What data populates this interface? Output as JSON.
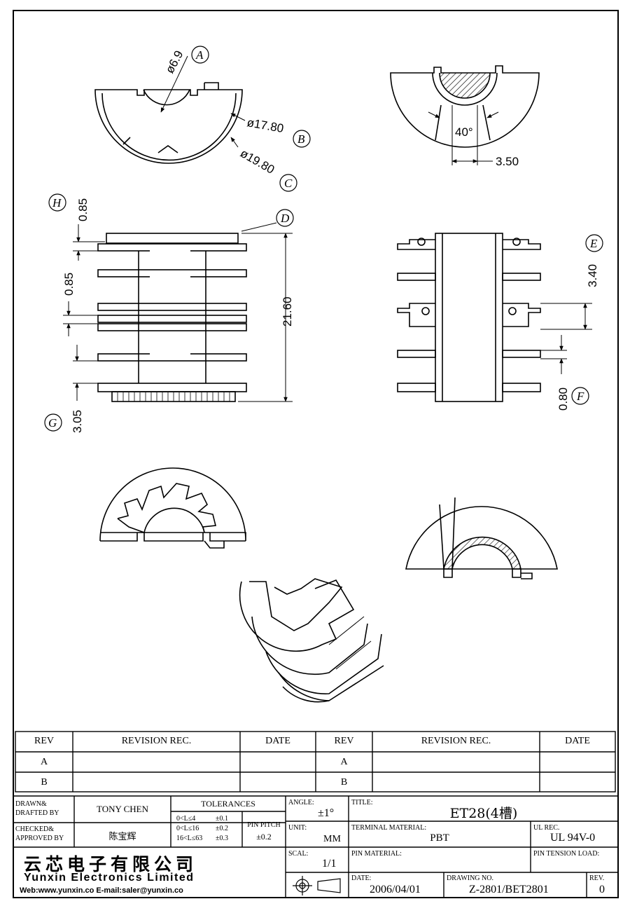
{
  "dimensions": {
    "d_6_9": "ø6.9",
    "d_17_80": "ø17.80",
    "d_19_80": "ø19.80",
    "w_3_50": "3.50",
    "angle_40": "40°",
    "h_0_85_top": "0.85",
    "h_0_85_mid": "0.85",
    "h_21_60": "21.60",
    "h_3_05": "3.05",
    "h_3_40": "3.40",
    "h_0_80": "0.80"
  },
  "callouts": [
    "A",
    "B",
    "C",
    "D",
    "E",
    "F",
    "G",
    "H"
  ],
  "revision_table": {
    "headers": [
      "REV",
      "REVISION REC.",
      "DATE",
      "REV",
      "REVISION REC.",
      "DATE"
    ],
    "rows": [
      [
        "A",
        "",
        "",
        "A",
        "",
        ""
      ],
      [
        "B",
        "",
        "",
        "B",
        "",
        ""
      ]
    ]
  },
  "title_block": {
    "drawn_label_1": "DRAWN&",
    "drawn_label_2": "DRAFTED BY",
    "drawn_by": "TONY CHEN",
    "checked_label_1": "CHECKED&",
    "checked_label_2": "APPROVED BY",
    "approved_by": "陈宝辉",
    "tolerances_label": "TOLERANCES",
    "tolerances": [
      {
        "range": "0<L≤4",
        "tol": "±0.1"
      },
      {
        "range": "0<L≤16",
        "tol": "±0.2"
      },
      {
        "range": "16<L≤63",
        "tol": "±0.3"
      }
    ],
    "pin_pitch_label": "PIN PITCH",
    "pin_pitch": "±0.2",
    "angle_label": "ANGLE:",
    "angle": "±1°",
    "unit_label": "UNIT:",
    "unit": "MM",
    "scale_label": "SCAL:",
    "scale": "1/1",
    "title_label": "TITLE:",
    "title": "ET28(4槽)",
    "terminal_material_label": "TERMINAL MATERIAL:",
    "terminal_material": "PBT",
    "ul_rec_label": "UL REC.",
    "ul_rec": "UL 94V-0",
    "pin_material_label": "PIN MATERIAL:",
    "pin_tension_label": "PIN TENSION LOAD:",
    "date_label": "DATE:",
    "date": "2006/04/01",
    "drawing_no_label": "DRAWING NO.",
    "drawing_no": "Z-2801/BET2801",
    "rev_label": "REV.",
    "rev": "0",
    "company_cn": "云芯电子有限公司",
    "company_en": "Yunxin Electronics Limited",
    "company_web": "Web:www.yunxin.co  E-mail:saler@yunxin.co"
  }
}
